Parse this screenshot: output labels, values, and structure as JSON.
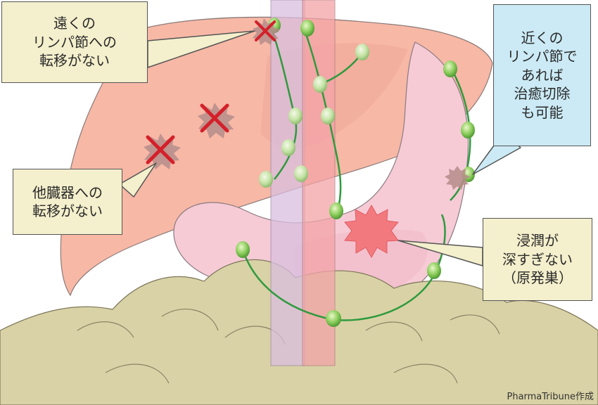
{
  "callouts": {
    "distant": {
      "lines": [
        "遠くの",
        "リンパ節への",
        "転移がない"
      ]
    },
    "nearby": {
      "lines": [
        "近くの",
        "リンパ節で",
        "あれば",
        "治癒切除",
        "も可能"
      ]
    },
    "organs": {
      "lines": [
        "他臓器への",
        "転移がない"
      ]
    },
    "invasion": {
      "lines": [
        "浸潤が",
        "深すぎない",
        "（原発巣）"
      ]
    }
  },
  "credit": "PharmaTribune作成",
  "colors": {
    "liver": "#f7b8a6",
    "stomach": "#f6cbd6",
    "intestine": "#d9d2a6",
    "lymph_vessel": "#2f9a3e",
    "node": "#8ccd5c",
    "tumor": "#f27a7e",
    "metastasis_mark": "#d4202a",
    "aorta": "#f3a4a8",
    "vena_cava": "#d9bfe0"
  }
}
